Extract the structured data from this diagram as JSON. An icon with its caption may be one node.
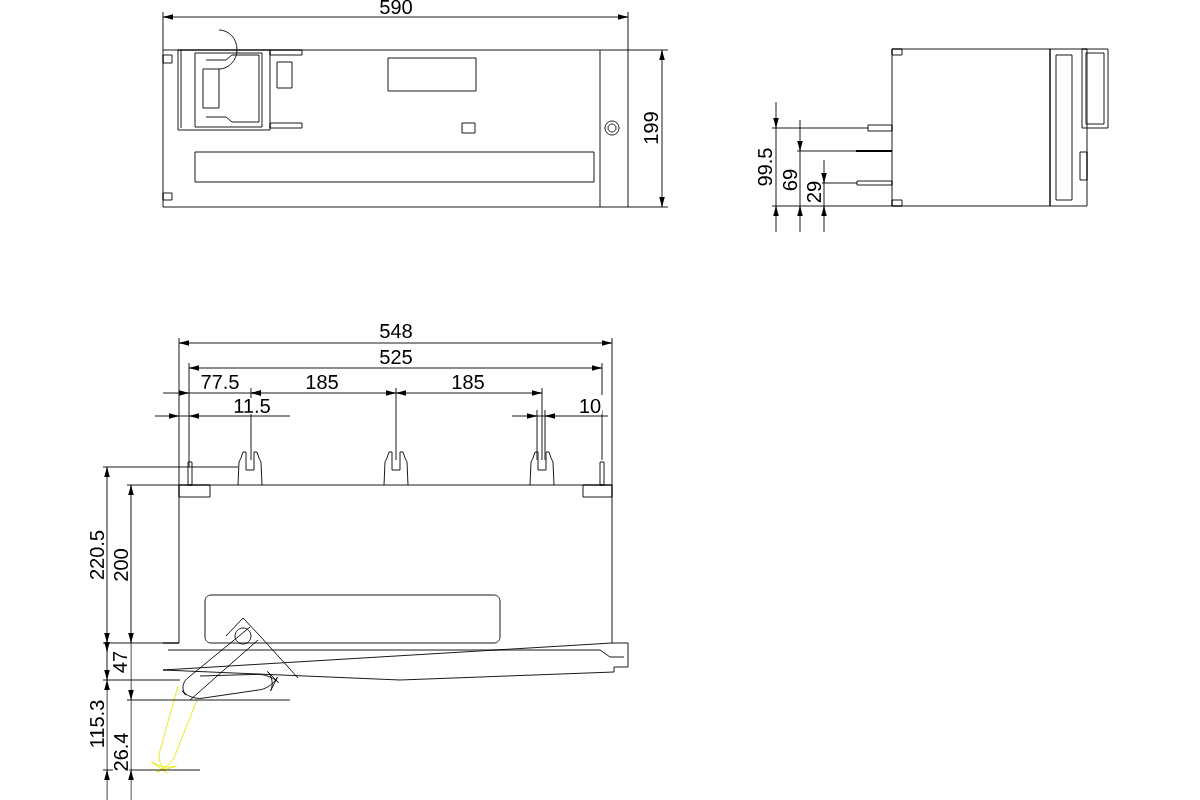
{
  "diagram": {
    "labels": [
      "590",
      "199",
      "99.5",
      "69",
      "29",
      "548",
      "525",
      "77.5",
      "185",
      "185",
      "11.5",
      "10",
      "220.5",
      "200",
      "47",
      "115.3",
      "26.4"
    ]
  }
}
